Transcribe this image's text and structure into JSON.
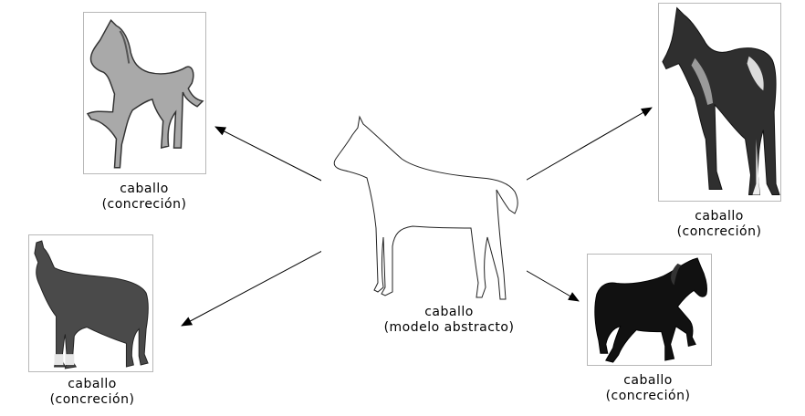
{
  "center": {
    "line1": "caballo",
    "line2": "(modelo abstracto)"
  },
  "top_left": {
    "line1": "caballo",
    "line2": "(concreción)"
  },
  "bottom_left": {
    "line1": "caballo",
    "line2": "(concreción)"
  },
  "top_right": {
    "line1": "caballo",
    "line2": "(concreción)"
  },
  "bottom_right": {
    "line1": "caballo",
    "line2": "(concreción)"
  },
  "colors": {
    "arrow": "#000000",
    "frame": "#b8b8b8",
    "grey_horse": "#a9a9a9",
    "dark_horse": "#4a4a4a",
    "black_horse": "#111111"
  }
}
